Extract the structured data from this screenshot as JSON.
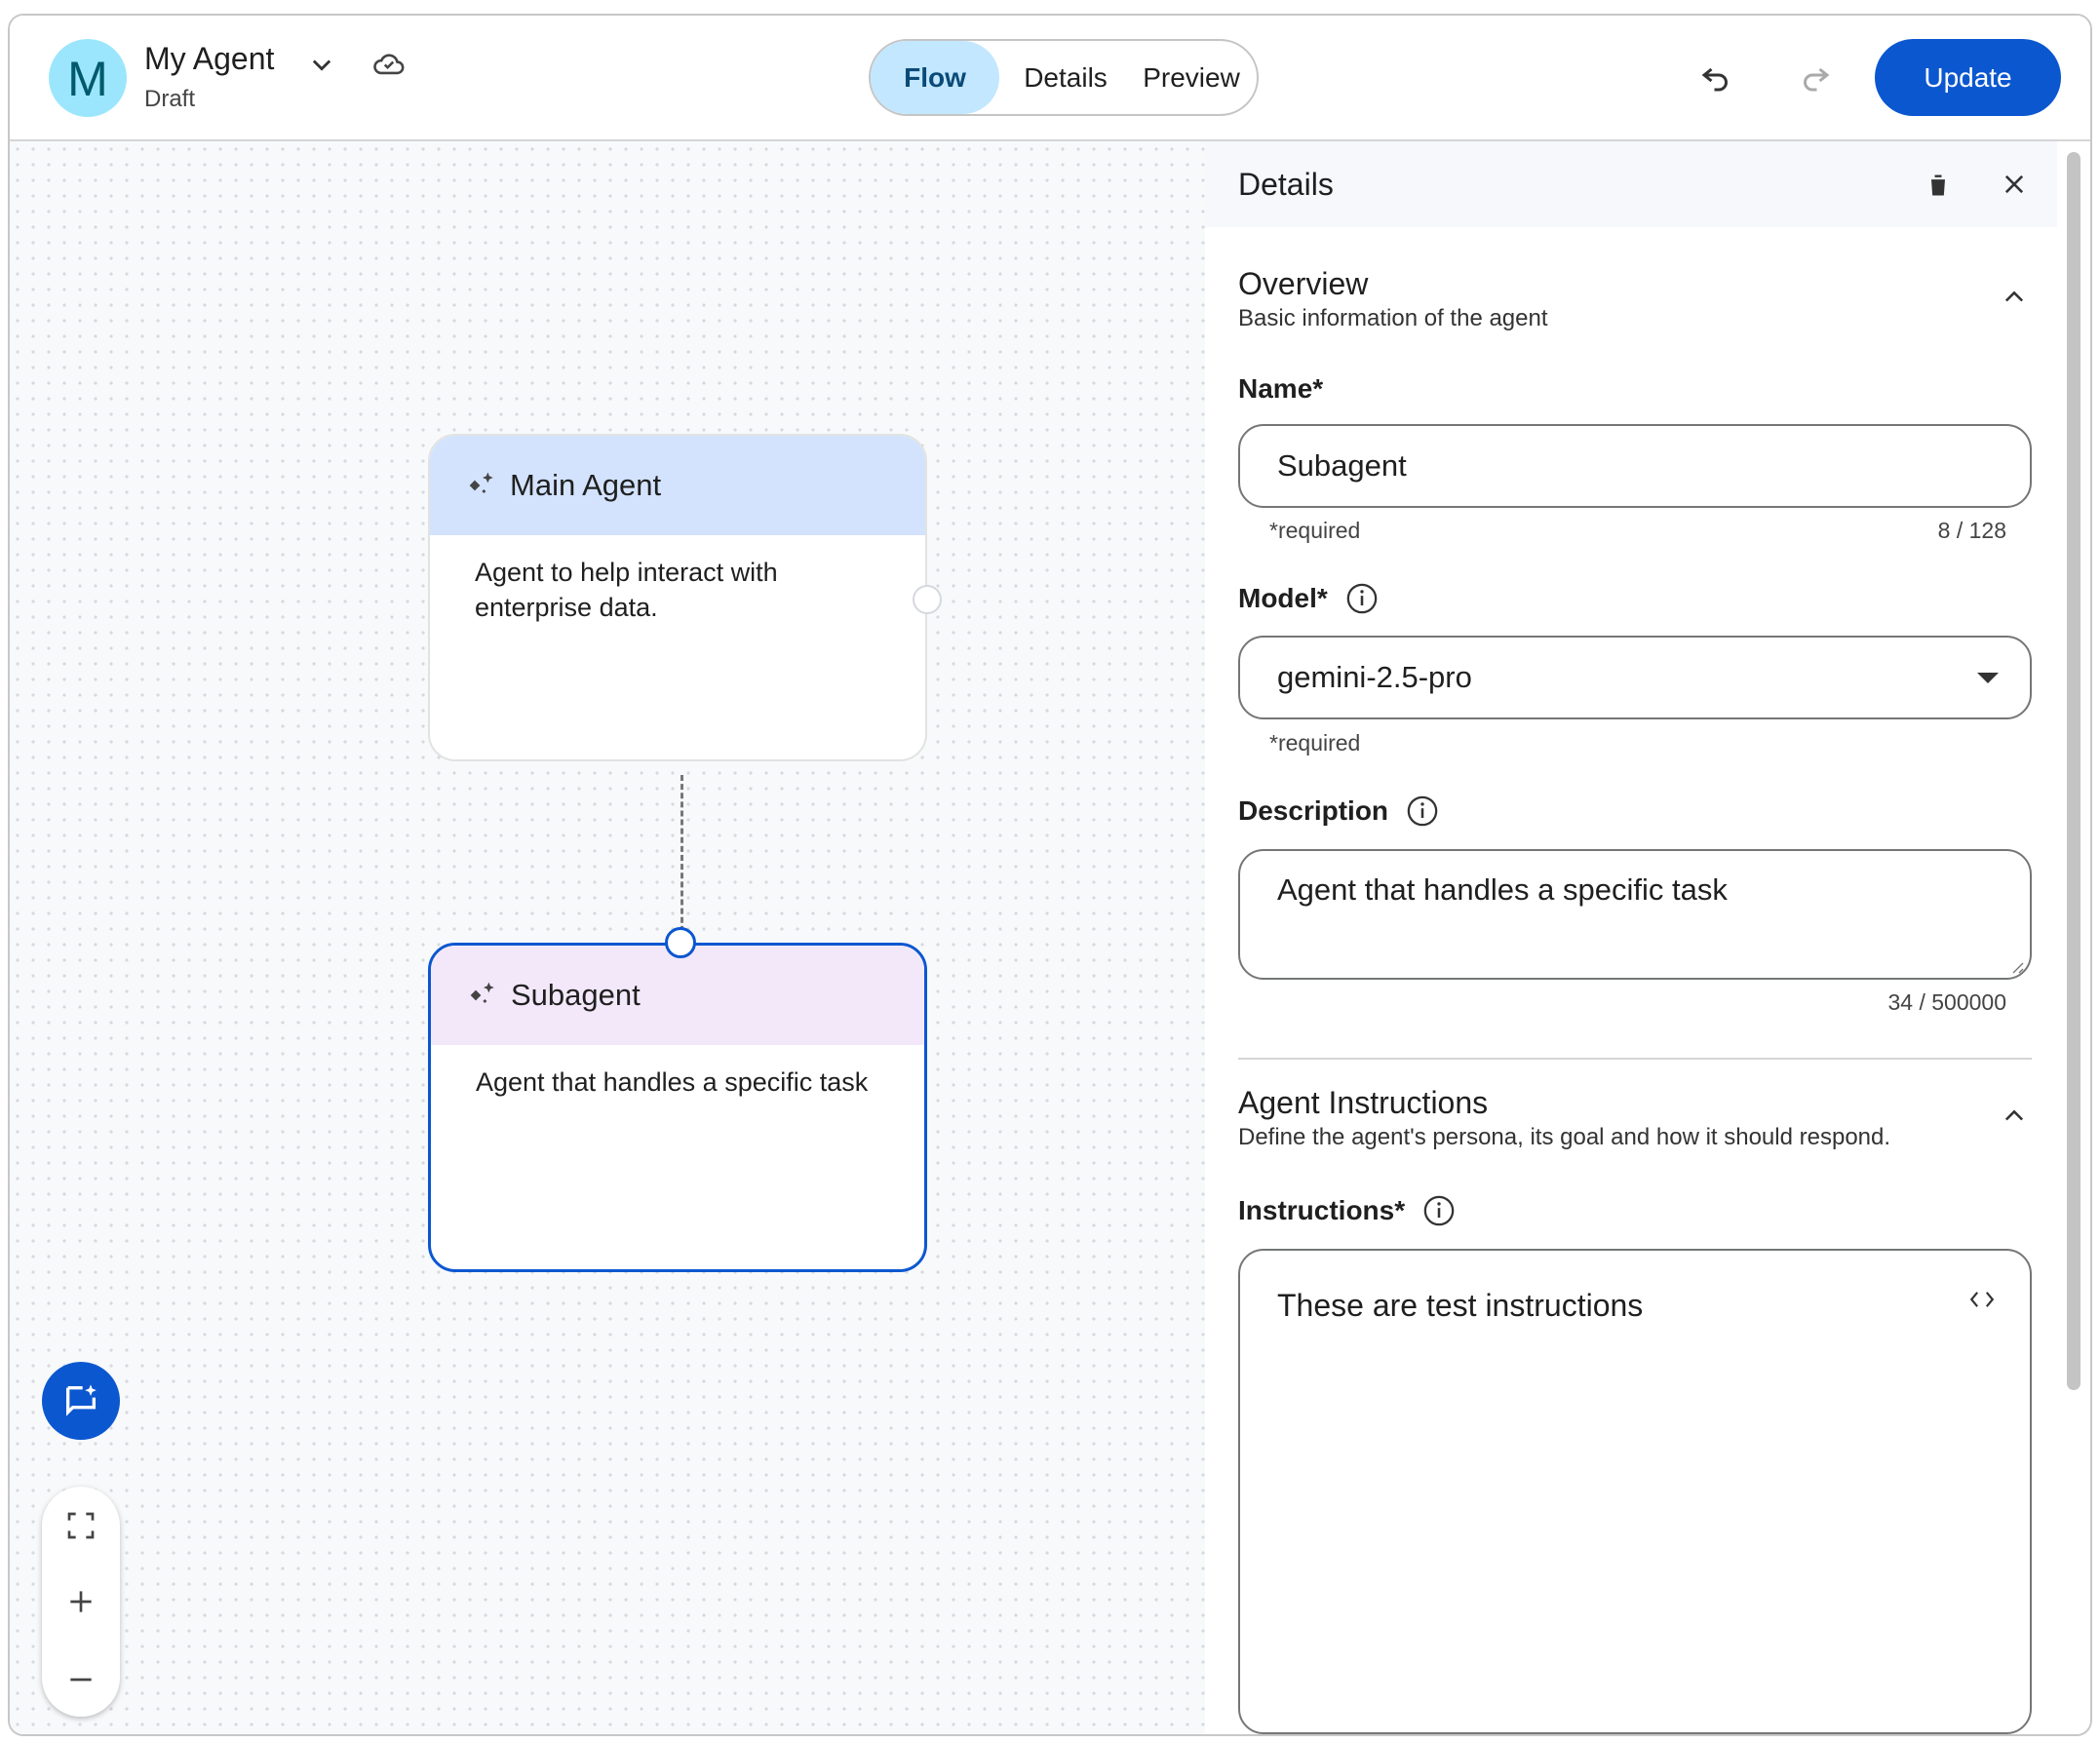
{
  "header": {
    "avatar_letter": "M",
    "title": "My Agent",
    "status": "Draft",
    "tabs": [
      {
        "label": "Flow",
        "active": true
      },
      {
        "label": "Details",
        "active": false
      },
      {
        "label": "Preview",
        "active": false
      }
    ],
    "update_label": "Update"
  },
  "canvas": {
    "nodes": [
      {
        "title": "Main Agent",
        "description": "Agent to help interact with enterprise data.",
        "header_color": "#d3e3fd"
      },
      {
        "title": "Subagent",
        "description": "Agent that handles a specific task",
        "header_color": "#f3e8fa",
        "selected": true
      }
    ]
  },
  "panel": {
    "title": "Details",
    "overview": {
      "title": "Overview",
      "subtitle": "Basic information of the agent",
      "name_label": "Name*",
      "name_value": "Subagent",
      "name_help": "*required",
      "name_count": "8 / 128",
      "model_label": "Model*",
      "model_value": "gemini-2.5-pro",
      "model_help": "*required",
      "description_label": "Description",
      "description_value": "Agent that handles a specific task",
      "description_count": "34 / 500000"
    },
    "instructions": {
      "title": "Agent Instructions",
      "subtitle": "Define the agent's persona, its goal and how it should respond.",
      "label": "Instructions*",
      "value": "These are test instructions"
    }
  },
  "colors": {
    "accent": "#0b57d0",
    "active_tab": "#c2e7ff",
    "avatar": "#9ce6fd"
  }
}
